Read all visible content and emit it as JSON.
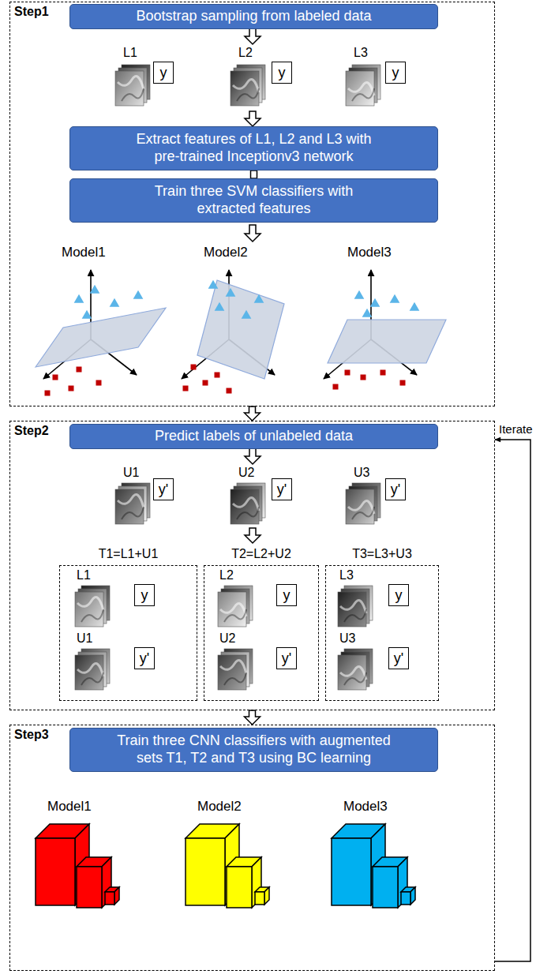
{
  "diagram": {
    "nodes": [
      {
        "text": [
          "Step1"
        ]
      },
      {
        "text": [
          "Bootstrap sampling from labeled data"
        ],
        "in": 0
      },
      {
        "text": [
          "y"
        ],
        "in": 0
      },
      {
        "text": [
          "y"
        ],
        "in": 0
      },
      {
        "text": [
          "y"
        ],
        "in": 0
      },
      {
        "text": [
          "Extract features of L1, L2 and L3 with pre-trained Inceptionv3 network"
        ],
        "in": 0
      },
      {
        "text": [
          "Train three SVM classifiers with extracted features"
        ],
        "in": 0
      },
      {
        "text": [
          "Step2"
        ]
      },
      {
        "text": [
          "Predict labels of unlabeled data"
        ],
        "in": 7
      },
      {
        "text": [
          "y'"
        ],
        "in": 7
      },
      {
        "text": [
          "y'"
        ],
        "in": 7
      },
      {
        "text": [
          "y'"
        ],
        "in": 7
      },
      {
        "text": [
          "T1=L1+U1"
        ],
        "in": 7
      },
      {
        "text": [
          "y"
        ],
        "in": 12
      },
      {
        "text": [
          "y'"
        ],
        "in": 12
      },
      {
        "text": [
          "T2=L2+U2"
        ],
        "in": 7
      },
      {
        "text": [
          "y"
        ],
        "in": 15
      },
      {
        "text": [
          "y'"
        ],
        "in": 15
      },
      {
        "text": [
          "T3=L3+U3"
        ],
        "in": 7
      },
      {
        "text": [
          "y"
        ],
        "in": 18
      },
      {
        "text": [
          "y'"
        ],
        "in": 18
      },
      {
        "text": [
          "Step3"
        ]
      },
      {
        "text": [
          "Train three CNN classifiers with augmented sets T1, T2 and T3 using BC learning"
        ],
        "in": 21
      }
    ],
    "edges": [
      {
        "from": 5,
        "to": 6,
        "arrow": "none"
      },
      {
        "from": 0,
        "to": 7,
        "arrow": "to"
      },
      {
        "from": 7,
        "to": 21,
        "arrow": "to"
      },
      {
        "from": 21,
        "to": 7,
        "arrow": "to",
        "label": "Iterate"
      }
    ],
    "labels": [
      "L1",
      "L2",
      "L3",
      "Model1",
      "Model2",
      "Model3",
      "U1",
      "U2",
      "U3",
      "L1",
      "U1",
      "L2",
      "U2",
      "L3",
      "U3",
      "Model1",
      "Model2",
      "Model3"
    ]
  }
}
